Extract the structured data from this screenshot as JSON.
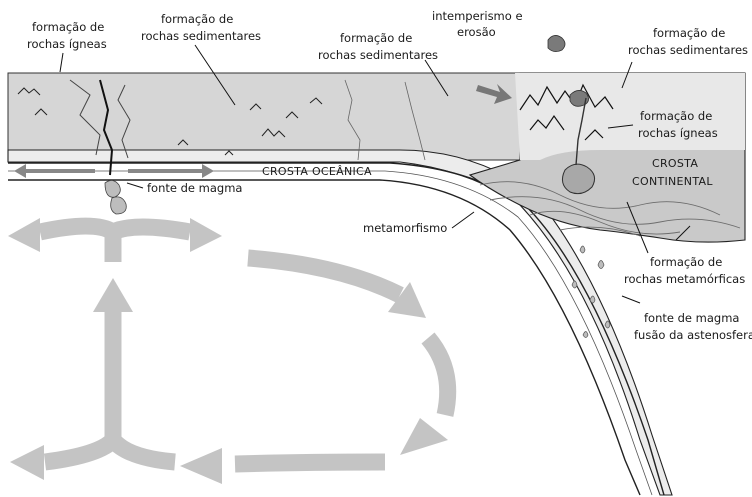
{
  "labels": {
    "igneas_left_1": "formação de",
    "igneas_left_2": "rochas ígneas",
    "sed_left_1": "formação de",
    "sed_left_2": "rochas sedimentares",
    "sed_mid_1": "formação de",
    "sed_mid_2": "rochas sedimentares",
    "intemp_1": "intemperismo e",
    "intemp_2": "erosão",
    "sed_right_1": "formação de",
    "sed_right_2": "rochas sedimentares",
    "igneas_right_1": "formação de",
    "igneas_right_2": "rochas ígneas",
    "crosta_cont_1": "CROSTA",
    "crosta_cont_2": "CONTINENTAL",
    "crosta_oce": "CROSTA OCEÂNICA",
    "fonte_magma_left": "fonte de magma",
    "metamorfismo": "metamorfismo",
    "metam_1": "formação de",
    "metam_2": "rochas metamórficas",
    "fonte_right_1": "fonte de magma",
    "fonte_right_2": "fusão da astenosfera"
  },
  "colors": {
    "ocean_crust": "#d9d9d9",
    "continent": "#c8c8c8",
    "arrows": "#c4c4c4",
    "lines": "#111111"
  }
}
